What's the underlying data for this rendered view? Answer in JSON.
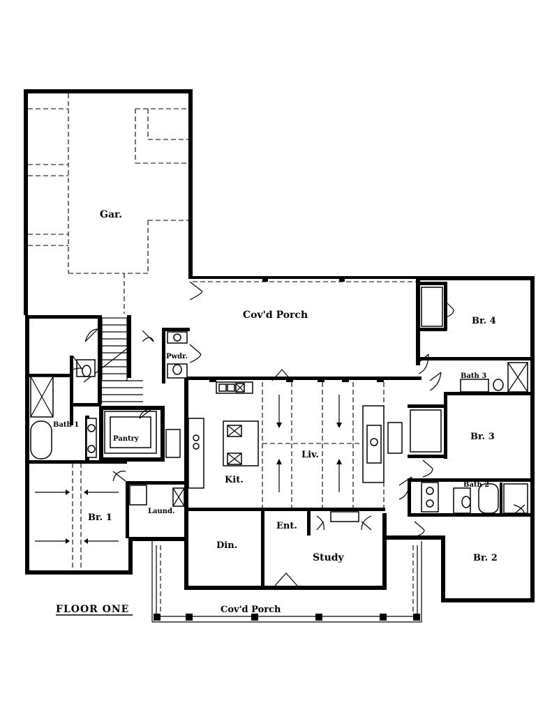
{
  "plan_title": "FLOOR ONE",
  "rooms": {
    "garage": "Gar.",
    "covd_porch_rear": "Cov'd Porch",
    "br4": "Br. 4",
    "bath3": "Bath 3",
    "br3": "Br. 3",
    "bath2": "Bath 2",
    "br2": "Br. 2",
    "pwdr": "Pwdr.",
    "bath1": "Bath 1",
    "pantry": "Pantry",
    "kit": "Kit.",
    "liv": "Liv.",
    "br1": "Br. 1",
    "laund": "Laund.",
    "din": "Din.",
    "ent": "Ent.",
    "study": "Study",
    "covd_porch_front": "Cov'd Porch"
  }
}
